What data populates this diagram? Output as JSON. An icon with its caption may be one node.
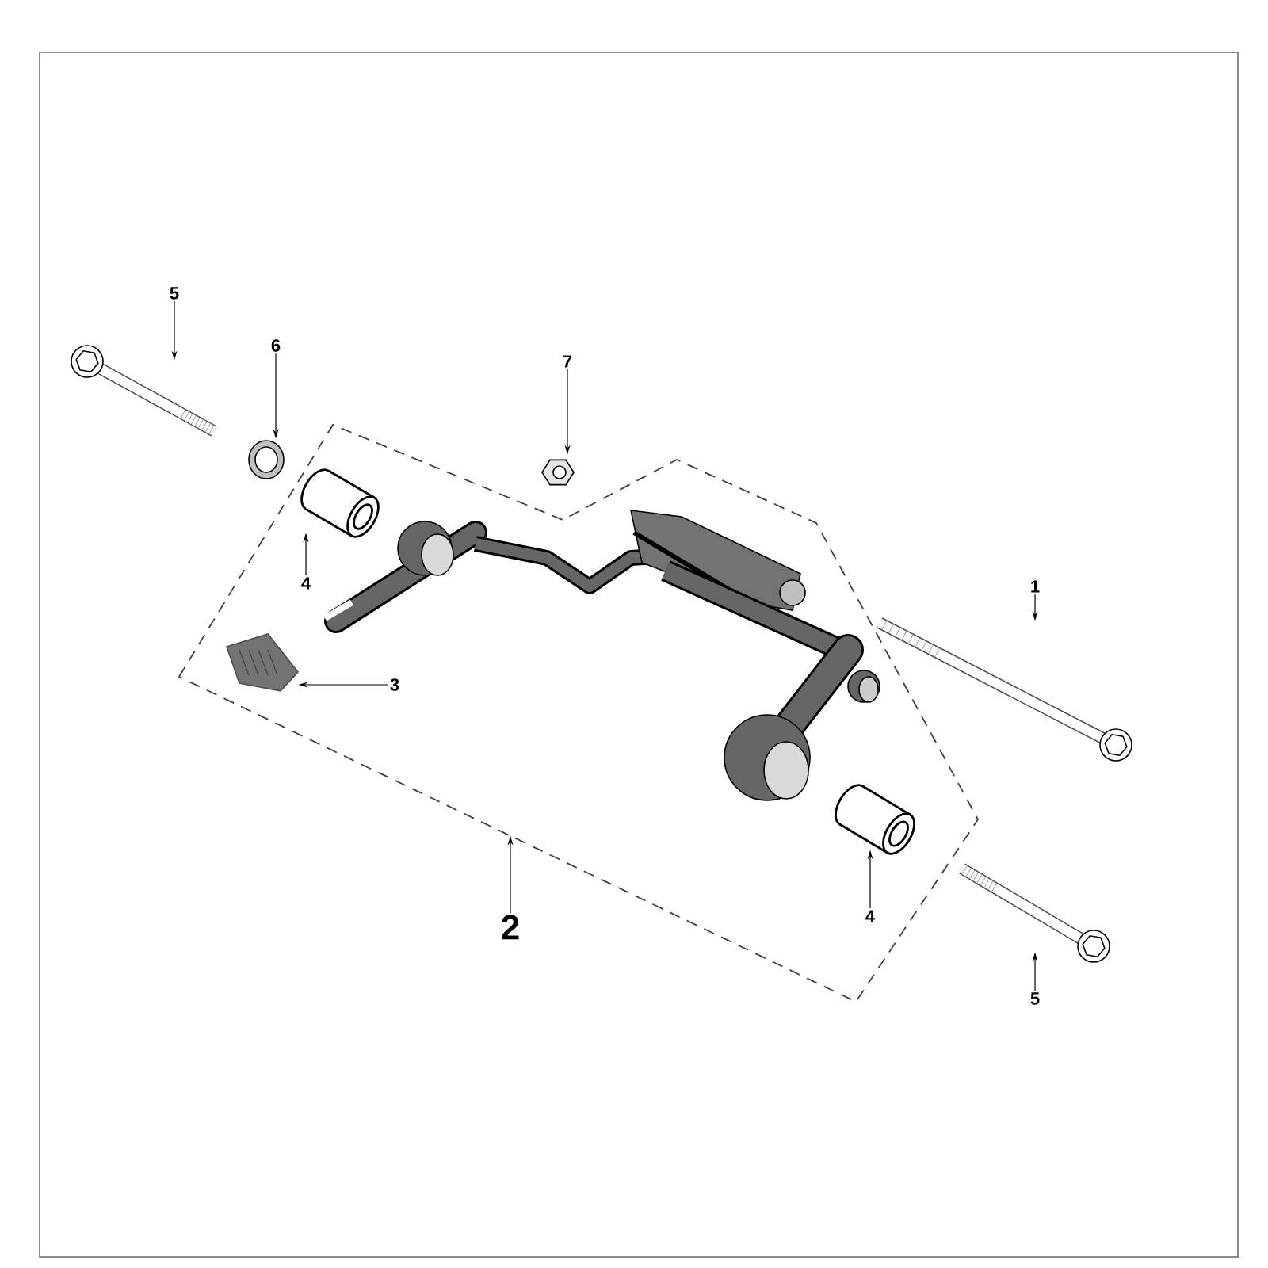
{
  "diagram": {
    "nodes": [
      {
        "text": [
          "5"
        ]
      },
      {
        "text": [],
        "shape": "picture"
      },
      {
        "text": [
          "6"
        ]
      },
      {
        "text": [],
        "shape": "picture"
      },
      {
        "text": [
          "7"
        ]
      },
      {
        "text": [],
        "shape": "picture"
      },
      {
        "text": [],
        "shape": "polygon"
      },
      {
        "text": [
          "4"
        ],
        "in": 6
      },
      {
        "text": [],
        "shape": "picture",
        "in": 6
      },
      {
        "text": [
          "1"
        ]
      },
      {
        "text": [],
        "shape": "picture"
      },
      {
        "text": [
          "3"
        ],
        "in": 6
      },
      {
        "text": [],
        "shape": "picture",
        "in": 6
      },
      {
        "text": [
          "4"
        ],
        "in": 6
      },
      {
        "text": [],
        "shape": "picture",
        "in": 6
      },
      {
        "text": [
          "2"
        ]
      },
      {
        "text": [
          "5"
        ]
      },
      {
        "text": [],
        "shape": "picture"
      }
    ],
    "edges": [
      {
        "from": 0,
        "to": 1,
        "arrow": "to"
      },
      {
        "from": 2,
        "to": 3,
        "arrow": "to"
      },
      {
        "from": 4,
        "to": 5,
        "arrow": "to"
      },
      {
        "from": 7,
        "to": 8,
        "arrow": "to"
      },
      {
        "from": 9,
        "to": 10,
        "arrow": "to"
      },
      {
        "from": 11,
        "to": 12,
        "arrow": "to"
      },
      {
        "from": 13,
        "to": 14,
        "arrow": "to"
      },
      {
        "from": 15,
        "to": 6,
        "arrow": "to"
      },
      {
        "from": 16,
        "to": 17,
        "arrow": "to"
      }
    ]
  }
}
